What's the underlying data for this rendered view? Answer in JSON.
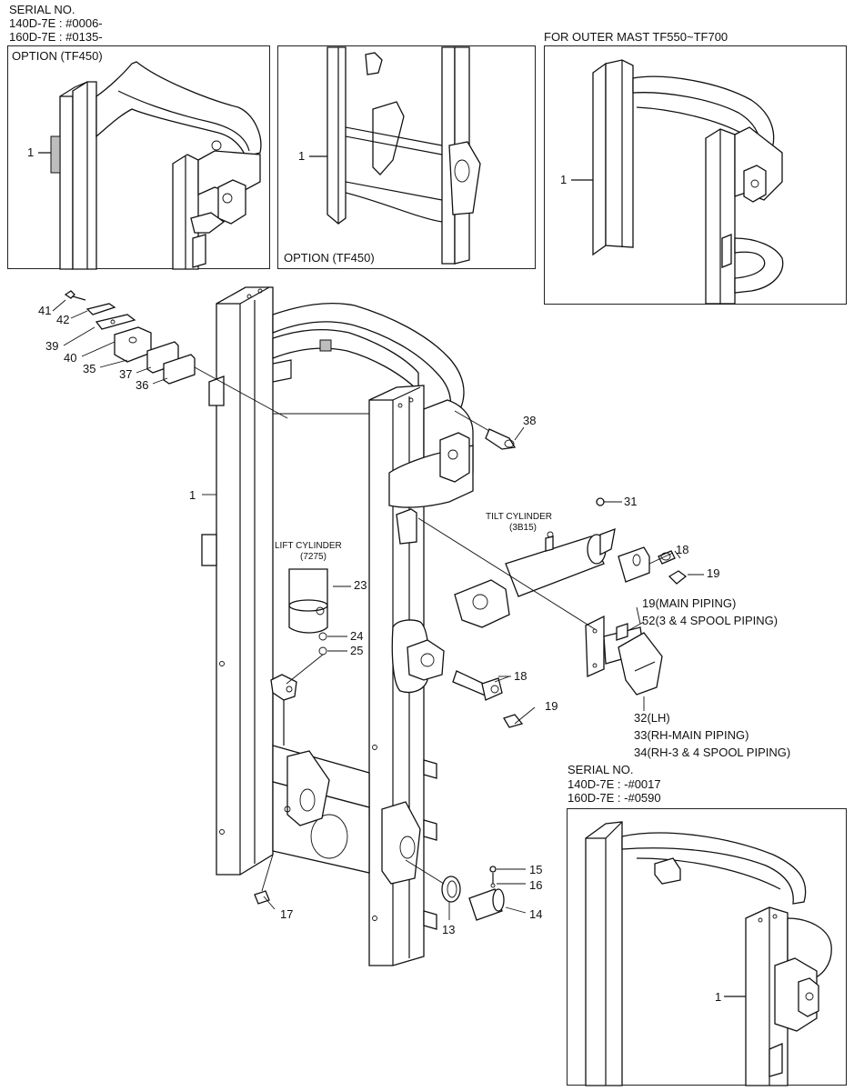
{
  "header": {
    "serial_title": "SERIAL NO.",
    "serial_140": "140D-7E : #0006-",
    "serial_160": "160D-7E : #0135-"
  },
  "insets": {
    "option_left_label": "OPTION (TF450)",
    "option_mid_label": "OPTION (TF450)",
    "outer_mast_label": "FOR OUTER MAST TF550~TF700",
    "bottom_serial_title": "SERIAL NO.",
    "bottom_serial_140": "140D-7E : -#0017",
    "bottom_serial_160": "160D-7E : -#0590"
  },
  "assemblies": {
    "lift_cylinder": "LIFT CYLINDER",
    "lift_cylinder_code": "(7275)",
    "tilt_cylinder": "TILT CYLINDER",
    "tilt_cylinder_code": "(3B15)"
  },
  "callouts": {
    "c1_inset_a": "1",
    "c1_inset_b": "1",
    "c1_inset_c": "1",
    "c1_main": "1",
    "c1_inset_d": "1",
    "c41": "41",
    "c42": "42",
    "c39": "39",
    "c40": "40",
    "c35": "35",
    "c37": "37",
    "c36": "36",
    "c38": "38",
    "c31": "31",
    "c18a": "18",
    "c19a": "19",
    "c19_main": "19(MAIN PIPING)",
    "c52": "52(3 & 4 SPOOL PIPING)",
    "c23": "23",
    "c24": "24",
    "c25": "25",
    "c18b": "18",
    "c19b": "19",
    "c32": "32(LH)",
    "c33": "33(RH-MAIN PIPING)",
    "c34": "34(RH-3 & 4 SPOOL PIPING)",
    "c15": "15",
    "c16": "16",
    "c14": "14",
    "c13": "13",
    "c17": "17"
  }
}
